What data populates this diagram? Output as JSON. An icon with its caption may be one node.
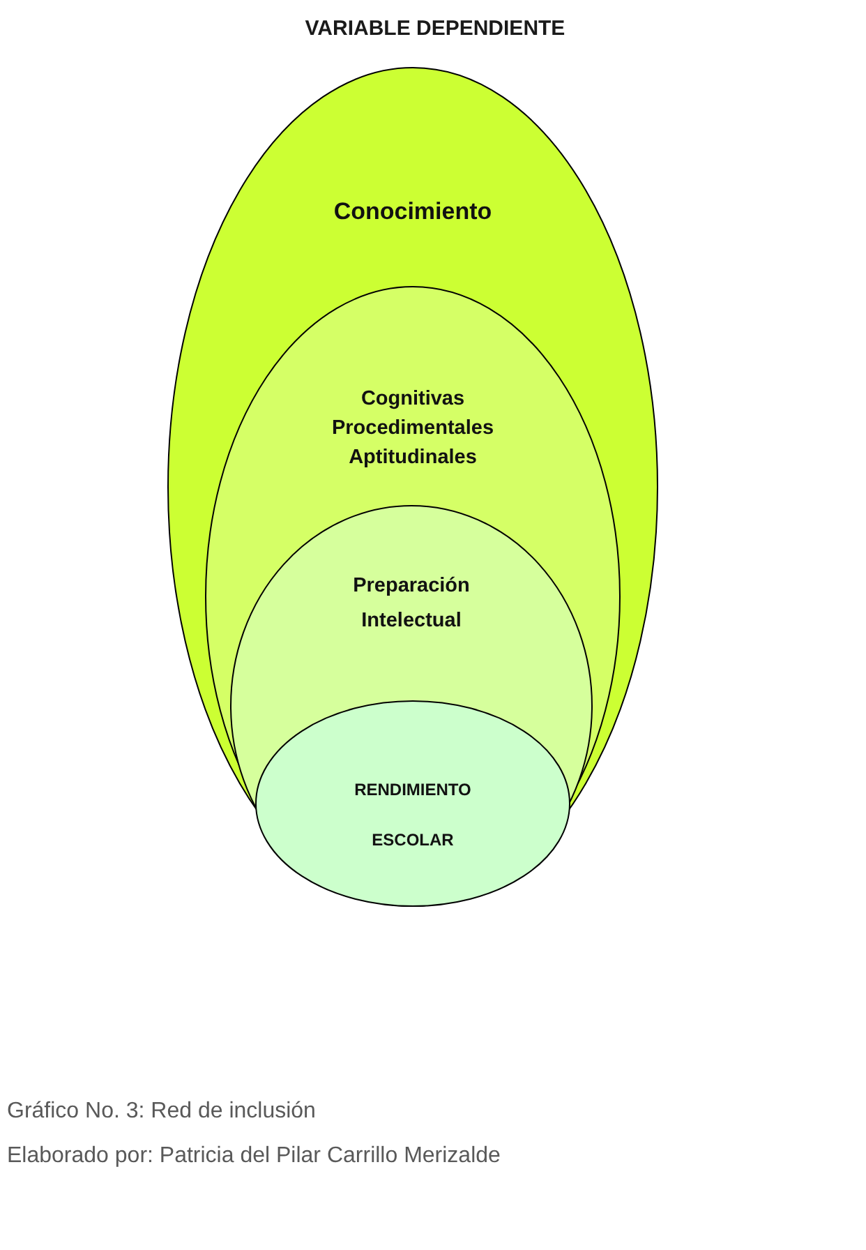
{
  "diagram": {
    "title": "VARIABLE DEPENDIENTE",
    "caption": "Gráfico No. 3: Red de inclusión",
    "nodes": [
      {
        "text": [
          "Conocimiento"
        ]
      },
      {
        "text": [
          "Cognitivas Procedimentales Aptitudinales"
        ],
        "in": 0
      },
      {
        "text": [
          "Preparación Intelectual"
        ],
        "in": 1
      },
      {
        "text": [
          "RENDIMIENTO ESCOLAR"
        ],
        "in": 2
      }
    ],
    "labels": [
      "Elaborado por: Patricia del Pilar Carrillo Merizalde"
    ]
  }
}
